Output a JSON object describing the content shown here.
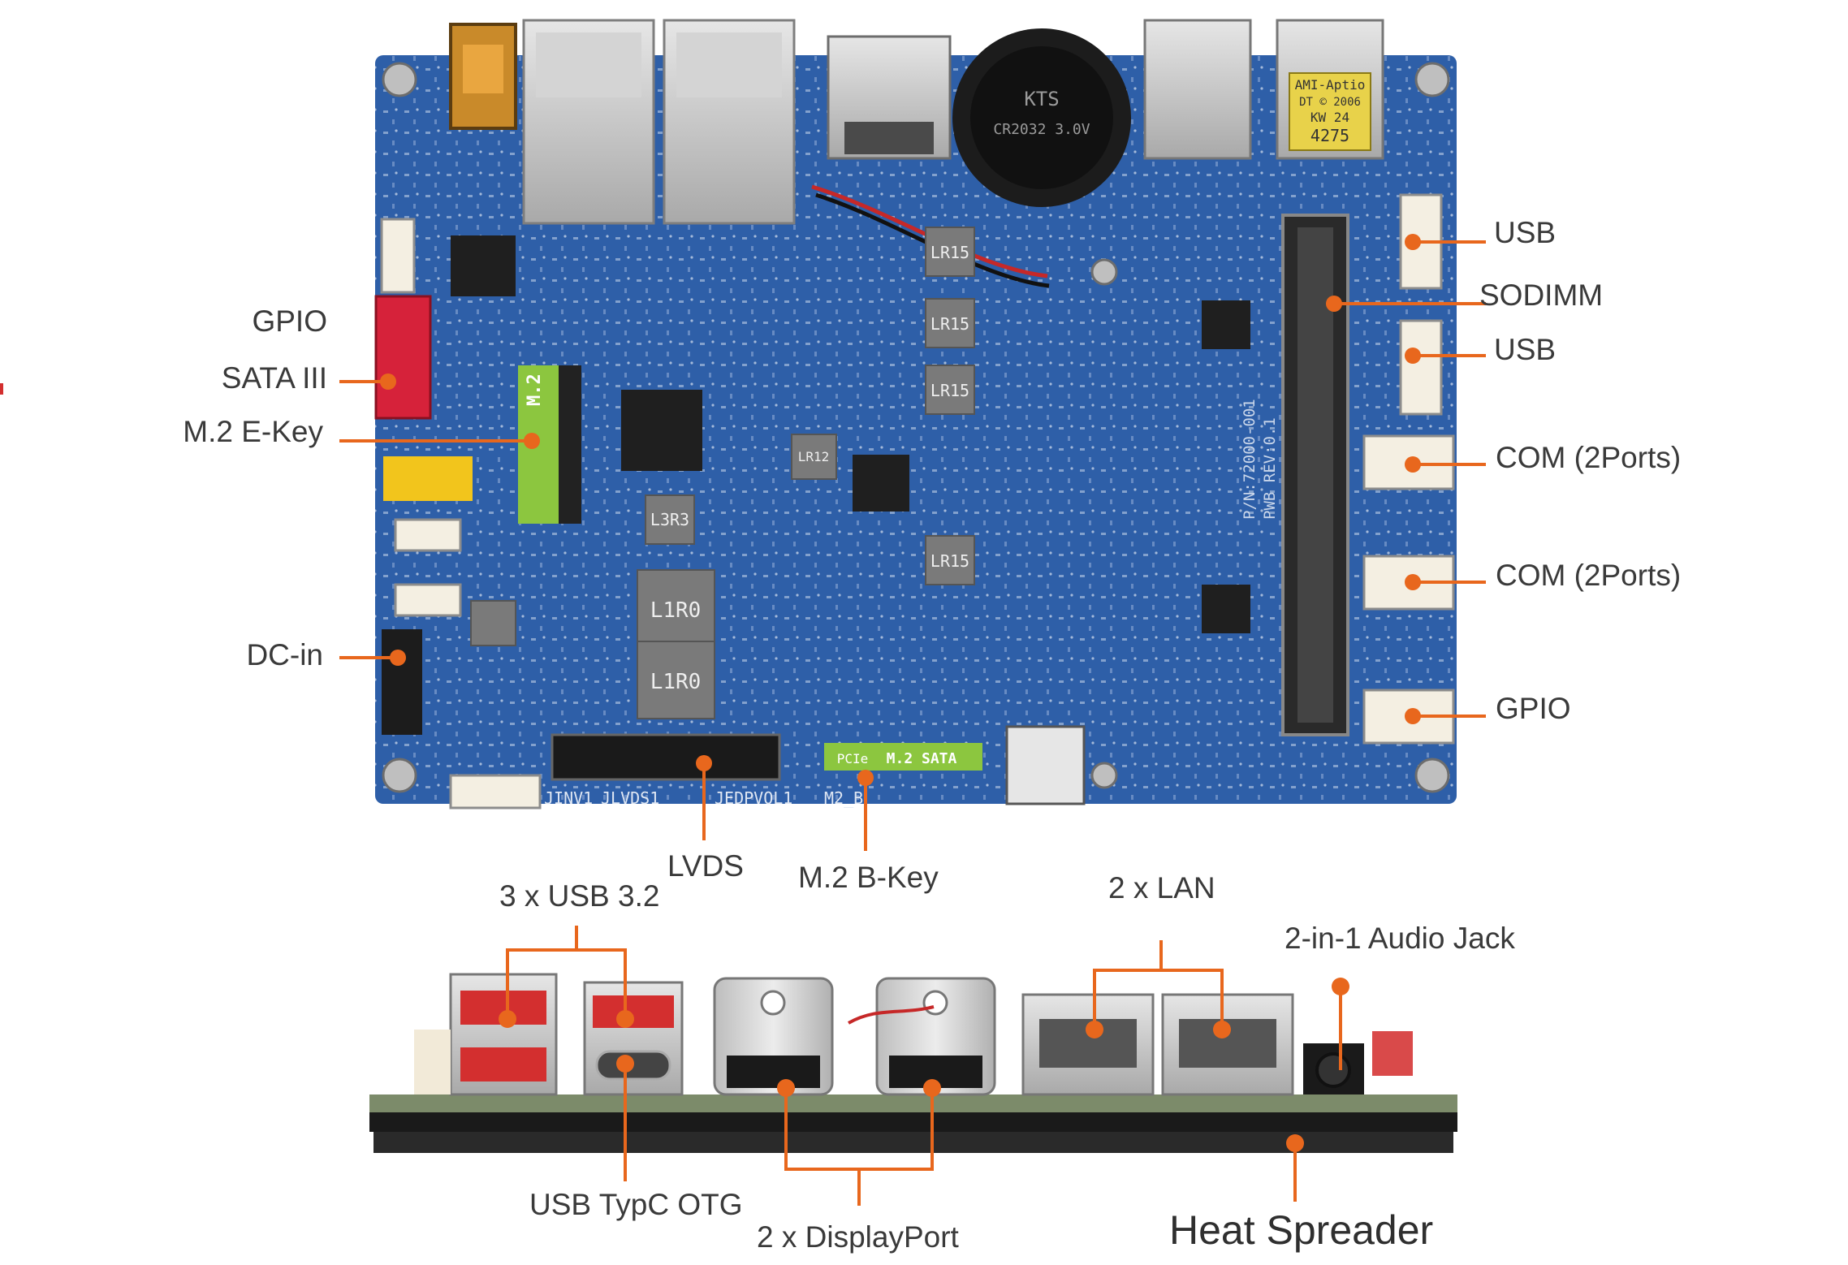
{
  "colors": {
    "accent": "#E8671D",
    "board_blue": "#2E5FA8",
    "heat_spreader": "#2A2A2A",
    "label_text": "#3A3A3A"
  },
  "top_view": {
    "left_labels": {
      "gpio": "GPIO",
      "sata": "SATA III",
      "m2_ekey": "M.2 E-Key",
      "dc_in": "DC-in"
    },
    "right_labels": {
      "usb_1": "USB",
      "sodimm": "SODIMM",
      "usb_2": "USB",
      "com_1": "COM (2Ports)",
      "com_2": "COM (2Ports)",
      "gpio": "GPIO"
    },
    "bottom_labels": {
      "lvds": "LVDS",
      "m2_bkey": "M.2 B-Key"
    },
    "silkscreen": {
      "m2_ekey": "M.2",
      "m2_bkey": "M.2 SATA",
      "m2_bkey_sub": "PCIe",
      "bios_brand": "AMI-Aptio",
      "bios_copy": "DT © 2006",
      "bios_kw": "KW 24",
      "bios_num": "4275",
      "battery_1": "KTS",
      "battery_2": "CR2032 3.0V",
      "pn": "P/N:72000-001",
      "pwb": "PWB REV:0.1",
      "coil_1": "LR15",
      "coil_2": "LR15",
      "coil_3": "LR15",
      "coil_4": "LR15",
      "coil_5": "L1R0",
      "coil_6": "L1R0",
      "coil_7": "L3R3",
      "coil_8": "LR12",
      "jinv": "JINV1",
      "jlvds": "JLVDS1",
      "jedp": "JEDPVOL1",
      "m2b": "M2_B"
    }
  },
  "io_view": {
    "labels": {
      "usb32": "3 x USB 3.2",
      "lan": "2 x LAN",
      "audio": "2-in-1 Audio Jack",
      "typec": "USB TypC OTG",
      "dp": "2 x DisplayPort",
      "heat": "Heat Spreader"
    }
  }
}
